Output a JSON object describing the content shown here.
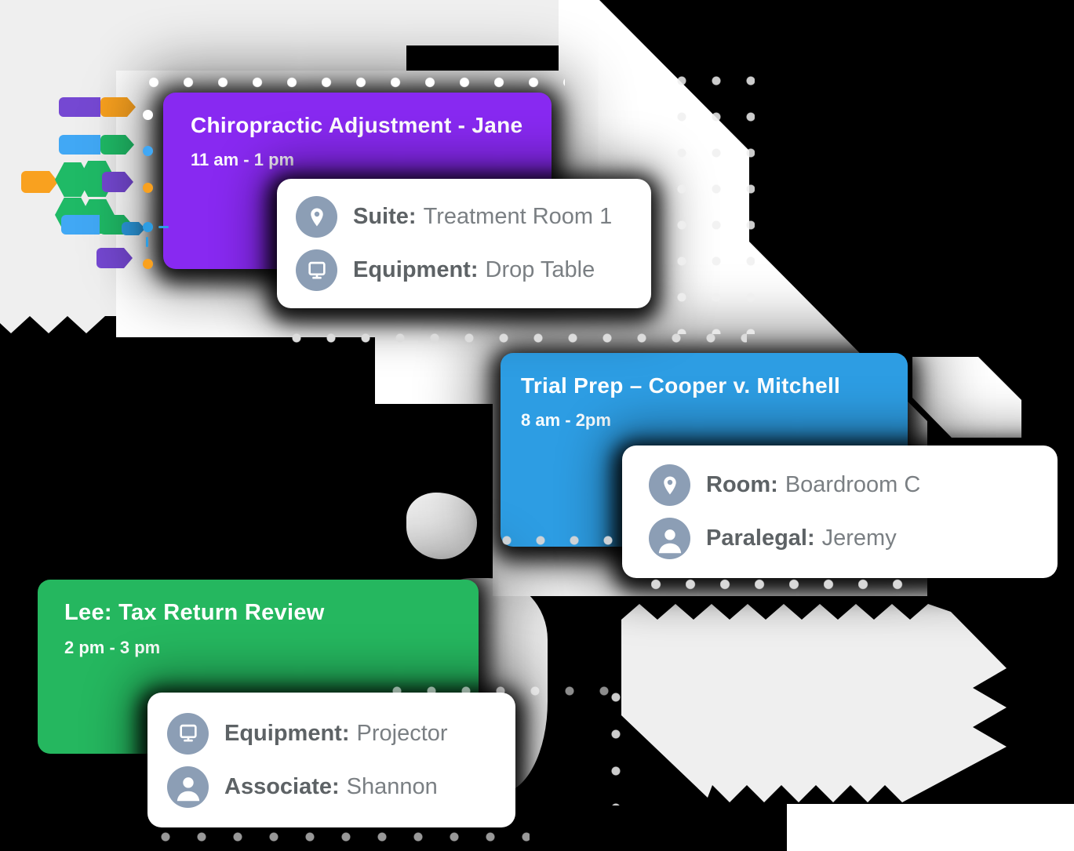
{
  "events": [
    {
      "title": "Chiropractic Adjustment - Jane",
      "time": "11 am - 1 pm",
      "color": "#8829f1",
      "details": [
        {
          "icon": "location-pin-icon",
          "label": "Suite:",
          "value": "Treatment Room 1"
        },
        {
          "icon": "monitor-icon",
          "label": "Equipment:",
          "value": "Drop Table"
        }
      ]
    },
    {
      "title": "Trial Prep – Cooper v. Mitchell",
      "time": "8 am - 2pm",
      "color": "#2d9de3",
      "details": [
        {
          "icon": "location-pin-icon",
          "label": "Room:",
          "value": "Boardroom C"
        },
        {
          "icon": "person-icon",
          "label": "Paralegal:",
          "value": "Jeremy"
        }
      ]
    },
    {
      "title": "Lee: Tax Return Review",
      "time": "2 pm - 3 pm",
      "color": "#25b75f",
      "details": [
        {
          "icon": "monitor-icon",
          "label": "Equipment:",
          "value": "Projector"
        },
        {
          "icon": "person-icon",
          "label": "Associate:",
          "value": "Shannon"
        }
      ]
    }
  ],
  "colors": {
    "purple_event": "#8829f1",
    "blue_event": "#2d9de3",
    "green_event": "#25b75f",
    "icon_circle": "#8c9eb5",
    "gantt_purple": "#7548d2",
    "gantt_orange": "#f9a11f",
    "gantt_blue": "#41a8f5",
    "gantt_green": "#1fba66",
    "paper_gray": "#efefef",
    "detail_label_gray": "#5d6265",
    "detail_value_gray": "#7a7f83"
  }
}
